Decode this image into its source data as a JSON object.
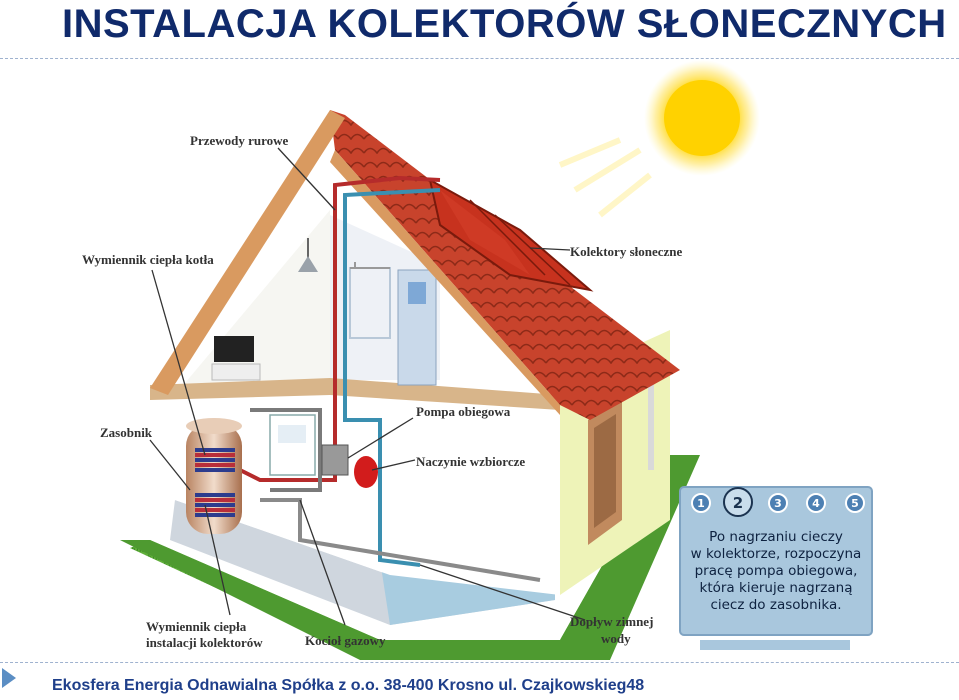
{
  "title": "INSTALACJA  KOLEKTORÓW  SŁONECZNYCH",
  "footer": "Ekosfera Energia Odnawialna Spółka z o.o.  38-400 Krosno  ul. Czajkowskieg48",
  "labels": {
    "przewody": "Przewody rurowe",
    "wymiennik_kotla": "Wymiennik ciepła kotła",
    "kolektory": "Kolektory słoneczne",
    "zasobnik": "Zasobnik",
    "pompa": "Pompa obiegowa",
    "naczynie": "Naczynie wzbiorcze",
    "wymiennik_inst_1": "Wymiennik ciepła",
    "wymiennik_inst_2": "instalacji kolektorów",
    "kociol": "Kocioł gazowy",
    "doplyw_1": "Dopływ zimnej",
    "doplyw_2": "wody"
  },
  "info_panel": {
    "steps": [
      "1",
      "2",
      "3",
      "4",
      "5"
    ],
    "active_step": 2,
    "lines": [
      "Po nagrzaniu cieczy",
      "w kolektorze, rozpoczyna",
      "pracę pompa obiegowa,",
      "która kieruje nagrzaną",
      "ciecz do zasobnika."
    ]
  }
}
